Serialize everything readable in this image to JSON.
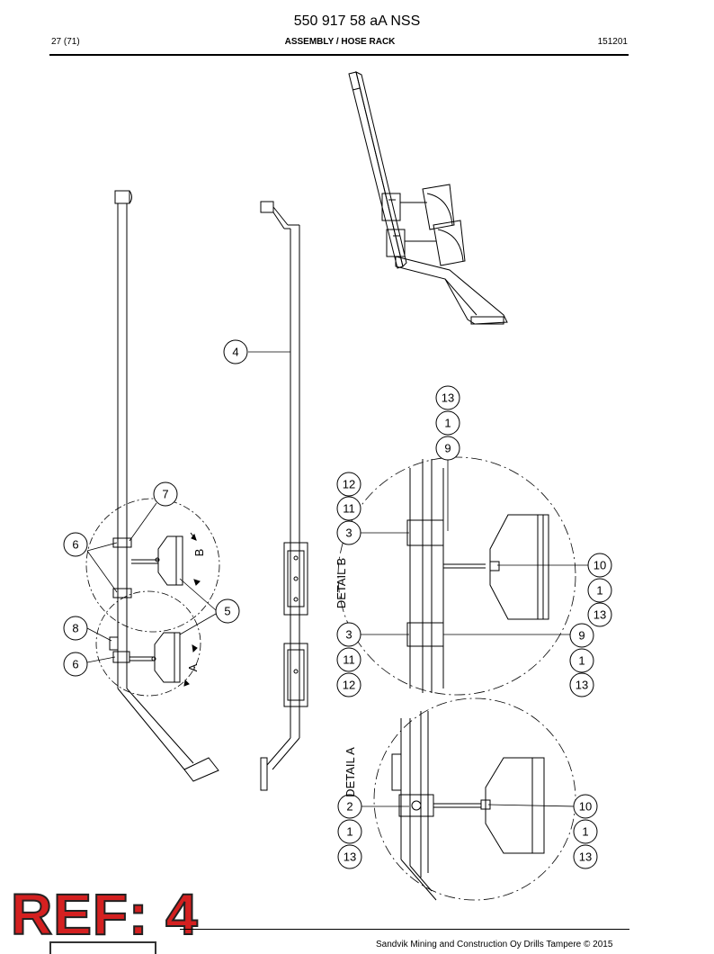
{
  "header": {
    "doc_number": "550 917 58 aA NSS",
    "page": "27 (71)",
    "title": "ASSEMBLY / HOSE RACK",
    "date_code": "151201"
  },
  "balloons": {
    "b4": "4",
    "b7": "7",
    "b6a": "6",
    "b5": "5",
    "b8": "8",
    "b6b": "6",
    "db13a": "13",
    "db1a": "1",
    "db9a": "9",
    "db12a": "12",
    "db11a": "11",
    "db3a": "3",
    "db10": "10",
    "db1b": "1",
    "db13b": "13",
    "db3b": "3",
    "db11b": "11",
    "db12b": "12",
    "db9b": "9",
    "db1c": "1",
    "db13c": "13",
    "da2": "2",
    "da1a": "1",
    "da13a": "13",
    "da10": "10",
    "da1b": "1",
    "da13b": "13"
  },
  "view_labels": {
    "b": "B",
    "a": "A",
    "detail_b": "DETAIL B",
    "detail_a": "DETAIL A"
  },
  "stamp": "REF: 4",
  "footer": {
    "copyright": "Sandvik Mining and Construction Oy Drills Tampere © 2015"
  }
}
